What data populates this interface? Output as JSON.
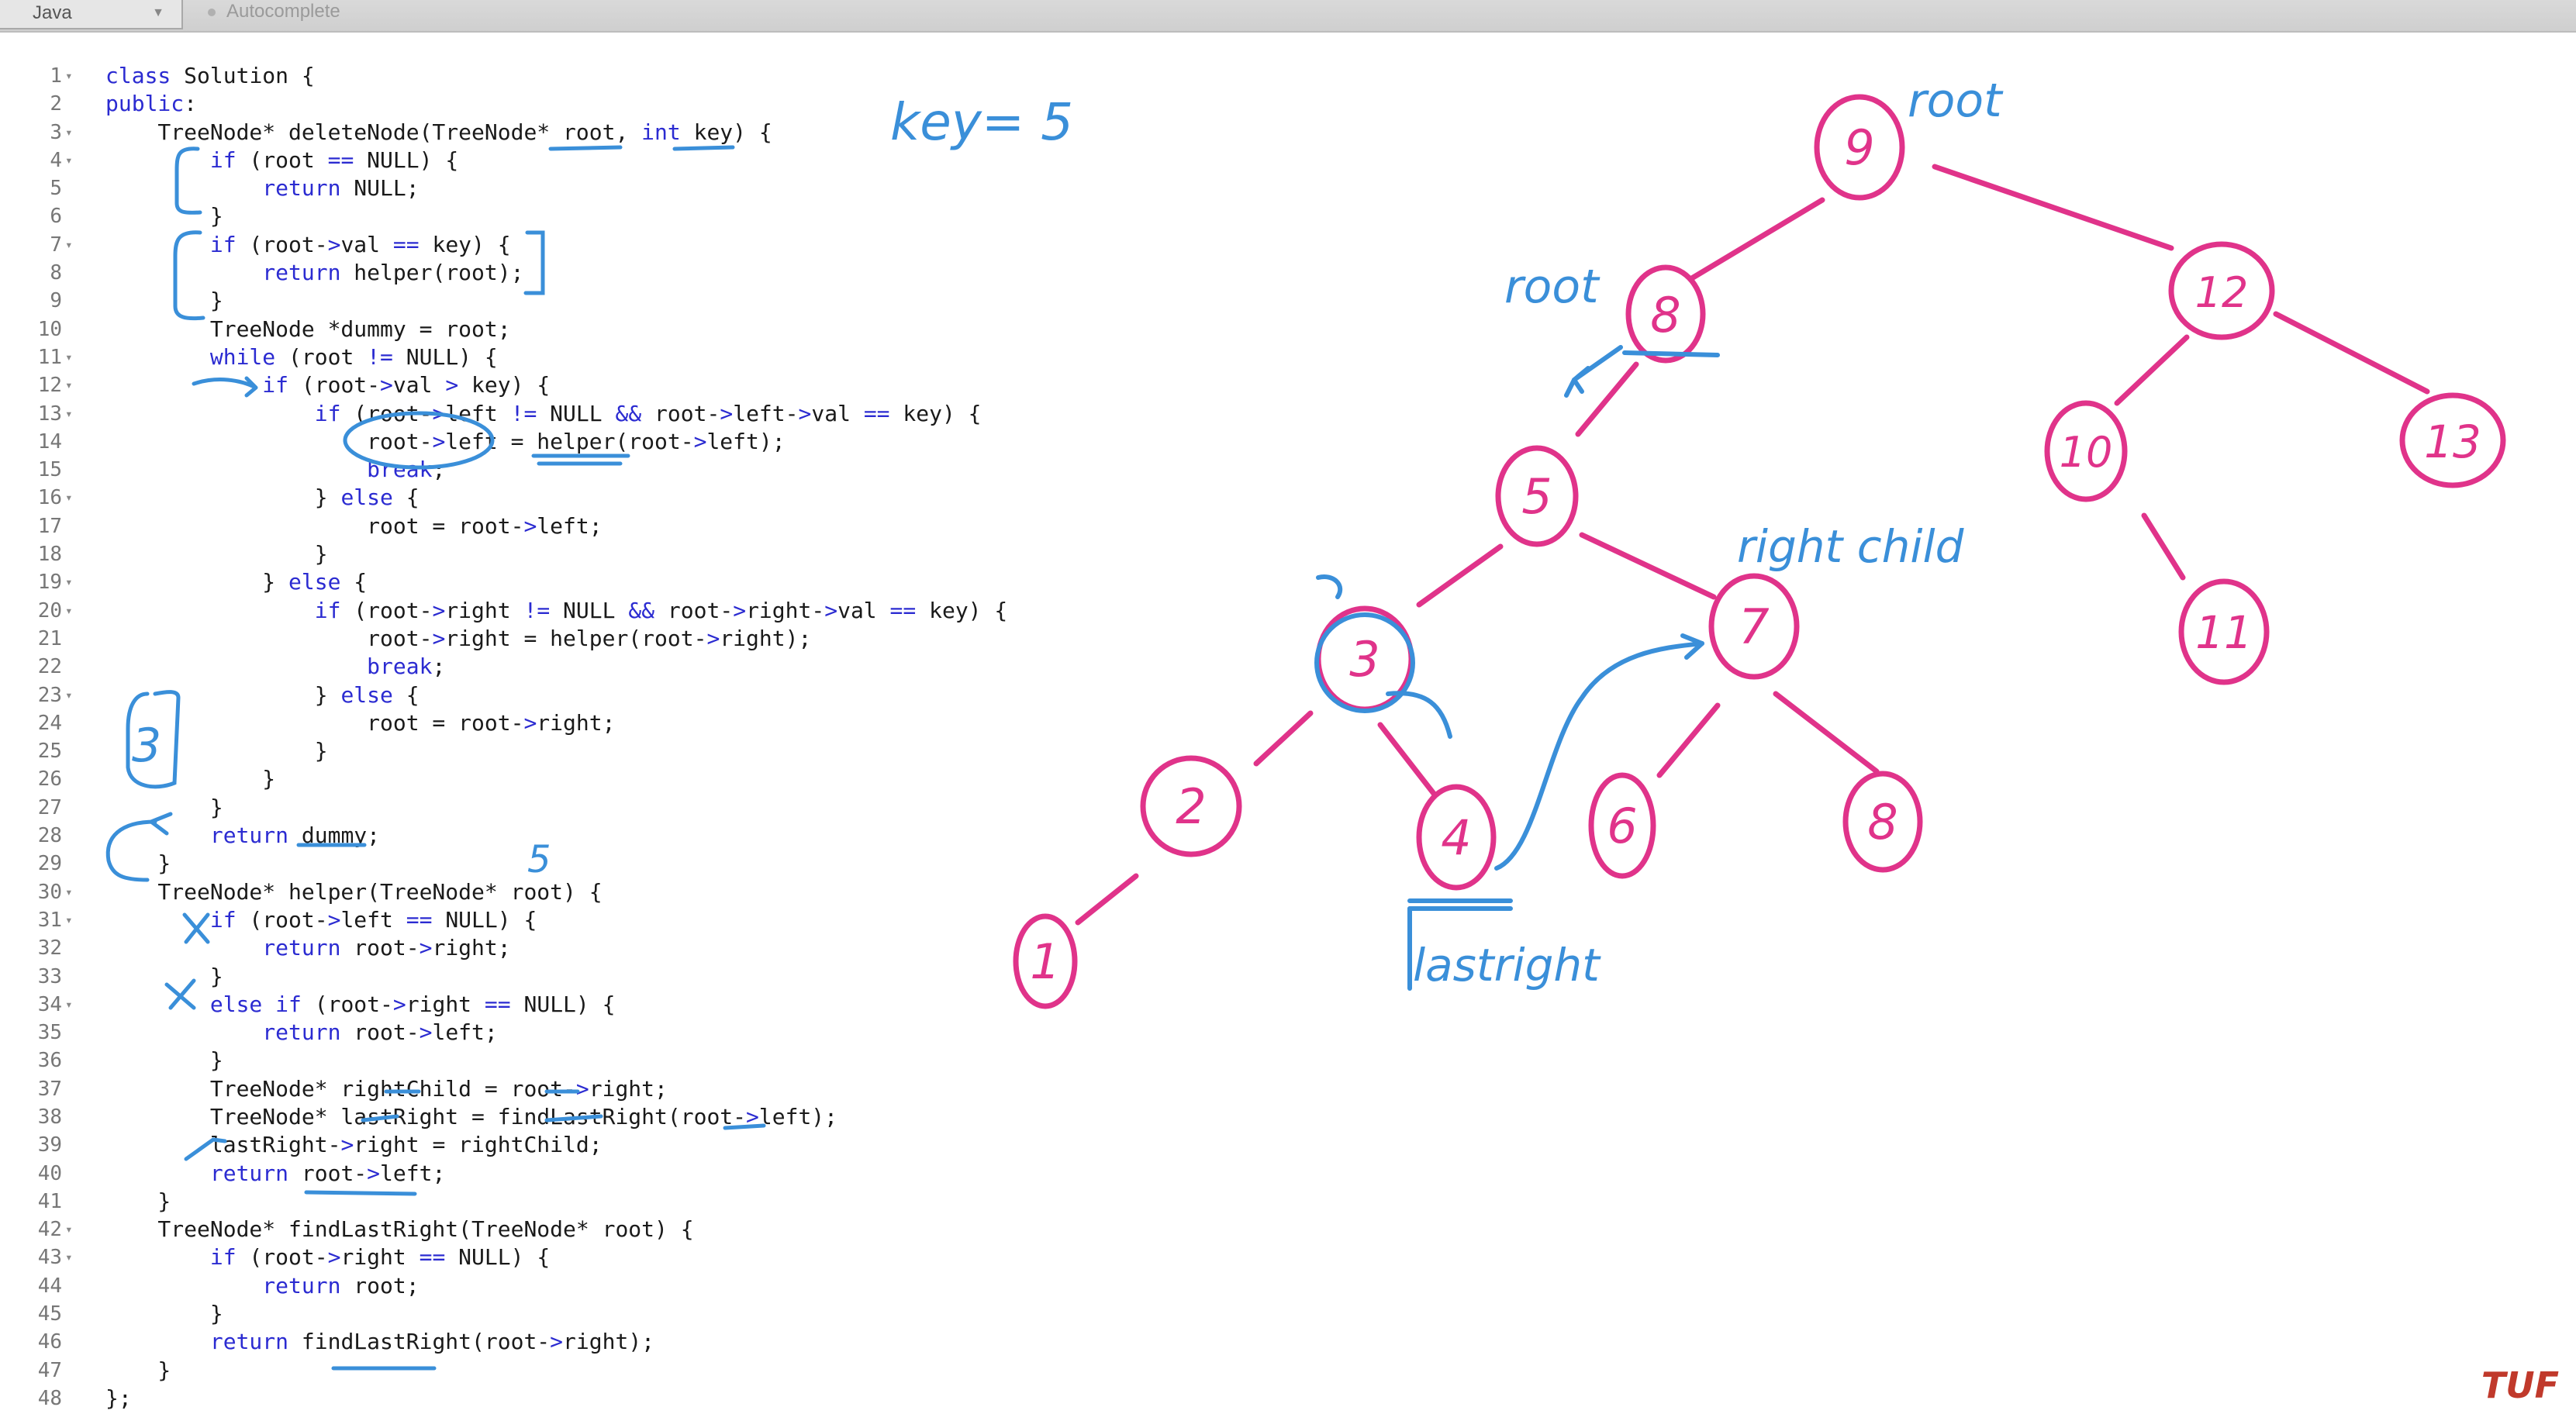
{
  "toolbar": {
    "language": "Java",
    "autocomplete_label": "Autocomplete"
  },
  "code_lines": [
    "class Solution {",
    "public:",
    "    TreeNode* deleteNode(TreeNode* root, int key) {",
    "        if (root == NULL) {",
    "            return NULL;",
    "        }",
    "        if (root->val == key) {",
    "            return helper(root);",
    "        }",
    "        TreeNode *dummy = root;",
    "        while (root != NULL) {",
    "            if (root->val > key) {",
    "                if (root->left != NULL && root->left->val == key) {",
    "                    root->left = helper(root->left);",
    "                    break;",
    "                } else {",
    "                    root = root->left;",
    "                }",
    "            } else {",
    "                if (root->right != NULL && root->right->val == key) {",
    "                    root->right = helper(root->right);",
    "                    break;",
    "                } else {",
    "                    root = root->right;",
    "                }",
    "            }",
    "        }",
    "        return dummy;",
    "    }",
    "    TreeNode* helper(TreeNode* root) {",
    "        if (root->left == NULL) {",
    "            return root->right;",
    "        }",
    "        else if (root->right == NULL) {",
    "            return root->left;",
    "        }",
    "        TreeNode* rightChild = root->right;",
    "        TreeNode* lastRight = findLastRight(root->left);",
    "        lastRight->right = rightChild;",
    "        return root->left;",
    "    }",
    "    TreeNode* findLastRight(TreeNode* root) {",
    "        if (root->right == NULL) {",
    "            return root;",
    "        }",
    "        return findLastRight(root->right);",
    "    }",
    "};"
  ],
  "fold_lines": [
    1,
    3,
    4,
    7,
    11,
    12,
    13,
    16,
    19,
    20,
    23,
    30,
    31,
    34,
    42,
    43
  ],
  "annotations": {
    "key_label": "key= 5",
    "root_label_top": "root",
    "root_label_mid": "root",
    "right_child_label": "right child",
    "last_right_label": "lastright",
    "bracket_number": "3",
    "five_mark": "5"
  },
  "tree_nodes": [
    "9",
    "8",
    "12",
    "5",
    "10",
    "13",
    "3",
    "7",
    "11",
    "2",
    "4",
    "6",
    "8",
    "1"
  ],
  "colors": {
    "tree_pink": "#e0338a",
    "annotation_blue": "#3a8fd9",
    "keyword_blue": "#2b2bd1",
    "logo_red": "#c0392b"
  },
  "watermark": "TUF"
}
